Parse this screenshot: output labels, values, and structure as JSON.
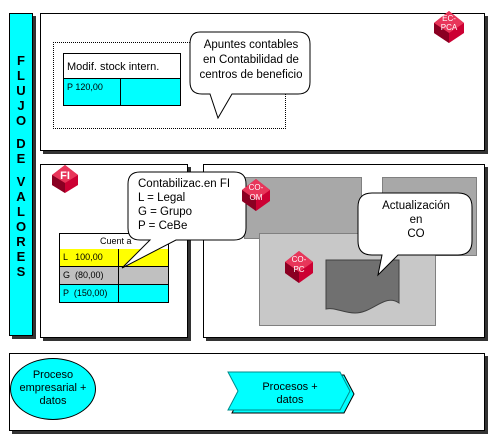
{
  "sidebar": {
    "letters": [
      "F",
      "L",
      "U",
      "J",
      "O",
      "",
      "D",
      "E",
      "",
      "V",
      "A",
      "L",
      "O",
      "R",
      "E",
      "S"
    ]
  },
  "top": {
    "module_badge": "EC-PCA",
    "table_header": "Modif. stock intern.",
    "table_value": "P 120,00",
    "callout": [
      "Apuntes contables",
      "en Contabilidad de",
      "centros de beneficio"
    ]
  },
  "left": {
    "module_badge": "FI",
    "callout": [
      "Contabilizac.en FI",
      "L  = Legal",
      "G = Grupo",
      "P = CeBe"
    ],
    "ledger_header": "Cuent a",
    "ledger_rows": [
      {
        "text": "L   100,00",
        "color": "#ffff00"
      },
      {
        "text": "G  (80,00)",
        "color": "#c0c0c0"
      },
      {
        "text": "P  (150,00)",
        "color": "#00ffff"
      }
    ]
  },
  "right": {
    "badges": [
      "CO-OM",
      "CO-PC"
    ],
    "callout": [
      "Actualización",
      "en",
      "CO"
    ]
  },
  "bottom": {
    "oval": [
      "Proceso",
      "empresarial +",
      "datos"
    ],
    "arrow": [
      "Procesos +",
      "datos"
    ]
  },
  "colors": {
    "cyan": "#00ffff",
    "yellow": "#ffff00",
    "gray": "#c0c0c0",
    "badge_red": "#cc0033"
  }
}
